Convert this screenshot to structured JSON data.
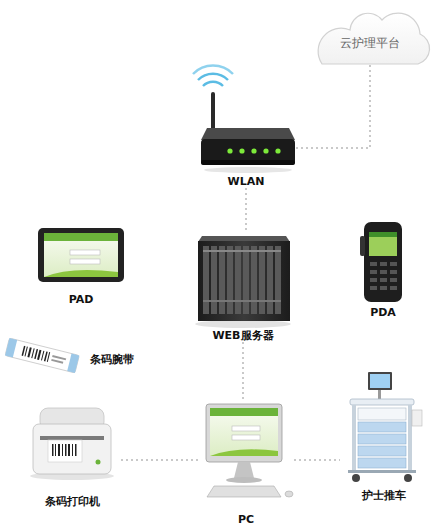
{
  "diagram": {
    "nodes": [
      {
        "text": [
          "云护理平台"
        ]
      },
      {
        "text": [
          "WLAN"
        ]
      },
      {
        "text": [
          "PAD"
        ]
      },
      {
        "text": [
          "PDA"
        ]
      },
      {
        "text": [
          "WEB服务器"
        ]
      },
      {
        "text": [
          "条码腕带"
        ]
      },
      {
        "text": [
          "条码打印机"
        ]
      },
      {
        "text": [
          "PC"
        ]
      },
      {
        "text": [
          "护士推车"
        ]
      }
    ],
    "edges": [
      {
        "from": 1,
        "to": 0,
        "arrow": "none"
      },
      {
        "from": 1,
        "to": 4,
        "arrow": "none"
      },
      {
        "from": 4,
        "to": 7,
        "arrow": "none"
      },
      {
        "from": 7,
        "to": 6,
        "arrow": "none"
      },
      {
        "from": 7,
        "to": 8,
        "arrow": "none"
      }
    ]
  }
}
